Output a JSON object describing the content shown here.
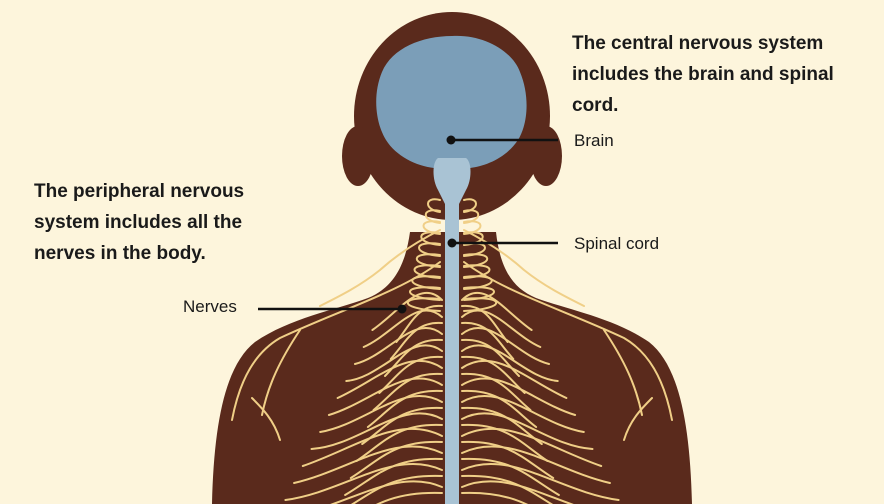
{
  "captions": {
    "central": [
      "The central nervous system",
      "includes the brain and spinal",
      "cord."
    ],
    "peripheral": [
      "The peripheral nervous",
      "system includes all the",
      "nerves in the body."
    ]
  },
  "labels": {
    "brain": "Brain",
    "spinal_cord": "Spinal cord",
    "nerves": "Nerves"
  },
  "colors": {
    "background": "#fdf5dc",
    "body": "#5a2a1c",
    "brain": "#7b9eb8",
    "spinal_cord": "#a9c3d4",
    "nerves": "#f0cf87",
    "leader_lines": "#111111"
  }
}
